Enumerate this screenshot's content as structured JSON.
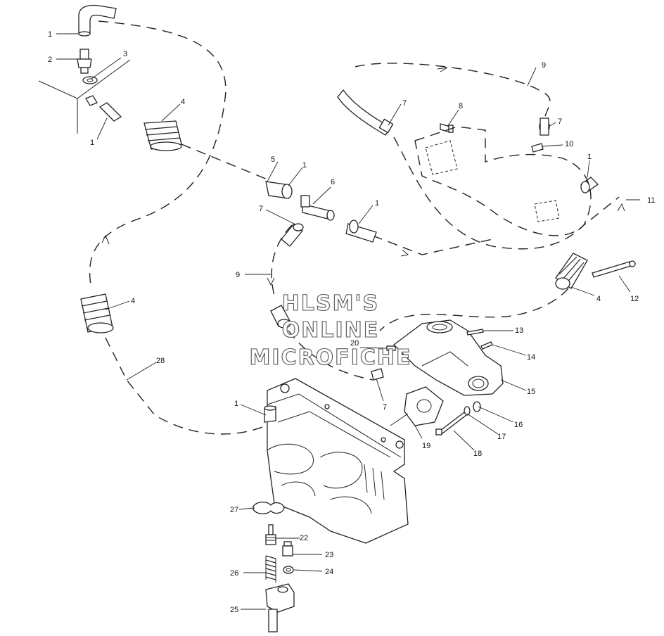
{
  "watermark": {
    "line1": "HLSM'S",
    "line2": "ONLINE",
    "line3": "MICROFICHE"
  },
  "callouts": [
    {
      "id": "c1a",
      "label": "1"
    },
    {
      "id": "c2",
      "label": "2"
    },
    {
      "id": "c3",
      "label": "3"
    },
    {
      "id": "c1b",
      "label": "1"
    },
    {
      "id": "c4a",
      "label": "4"
    },
    {
      "id": "c5",
      "label": "5"
    },
    {
      "id": "c1c",
      "label": "1"
    },
    {
      "id": "c6",
      "label": "6"
    },
    {
      "id": "c7a",
      "label": "7"
    },
    {
      "id": "c1d",
      "label": "1"
    },
    {
      "id": "c9a",
      "label": "9"
    },
    {
      "id": "c7b",
      "label": "7"
    },
    {
      "id": "c8",
      "label": "8"
    },
    {
      "id": "c9b",
      "label": "9"
    },
    {
      "id": "c7c",
      "label": "7"
    },
    {
      "id": "c10",
      "label": "10"
    },
    {
      "id": "c1e",
      "label": "1"
    },
    {
      "id": "c11",
      "label": "11"
    },
    {
      "id": "c4b",
      "label": "4"
    },
    {
      "id": "c12",
      "label": "12"
    },
    {
      "id": "c4c",
      "label": "4"
    },
    {
      "id": "c28",
      "label": "28"
    },
    {
      "id": "c13",
      "label": "13"
    },
    {
      "id": "c20",
      "label": "20"
    },
    {
      "id": "c14",
      "label": "14"
    },
    {
      "id": "c15",
      "label": "15"
    },
    {
      "id": "c7d",
      "label": "7"
    },
    {
      "id": "c16",
      "label": "16"
    },
    {
      "id": "c17",
      "label": "17"
    },
    {
      "id": "c19",
      "label": "19"
    },
    {
      "id": "c18",
      "label": "18"
    },
    {
      "id": "c1f",
      "label": "1"
    },
    {
      "id": "c27",
      "label": "27"
    },
    {
      "id": "c22",
      "label": "22"
    },
    {
      "id": "c23",
      "label": "23"
    },
    {
      "id": "c26",
      "label": "26"
    },
    {
      "id": "c24",
      "label": "24"
    },
    {
      "id": "c25",
      "label": "25"
    }
  ]
}
